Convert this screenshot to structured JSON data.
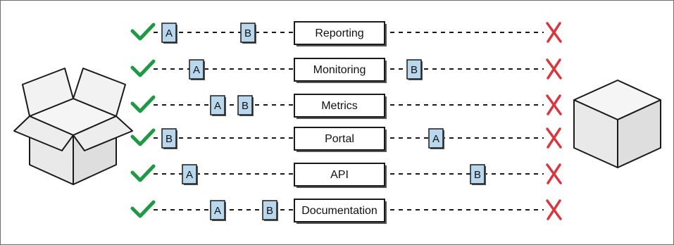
{
  "colors": {
    "check": "#1e9a45",
    "cross": "#d9363e",
    "marker_fill": "#b9d8ee",
    "box_fill": "#e9e9e9",
    "stroke": "#1a1a1a"
  },
  "icons": {
    "start": "open-box-icon",
    "end": "closed-box-icon",
    "success": "check-icon",
    "failure": "cross-icon"
  },
  "rows": [
    {
      "label": "Reporting",
      "markers": [
        "A",
        "B"
      ],
      "after": []
    },
    {
      "label": "Monitoring",
      "markers": [
        "A"
      ],
      "after": [
        "B"
      ]
    },
    {
      "label": "Metrics",
      "markers": [
        "A",
        "B"
      ],
      "after": []
    },
    {
      "label": "Portal",
      "markers": [
        "B"
      ],
      "after": [
        "A"
      ]
    },
    {
      "label": "API",
      "markers": [
        "A"
      ],
      "after": [
        "B"
      ]
    },
    {
      "label": "Documentation",
      "markers": [
        "A",
        "B"
      ],
      "after": []
    }
  ]
}
